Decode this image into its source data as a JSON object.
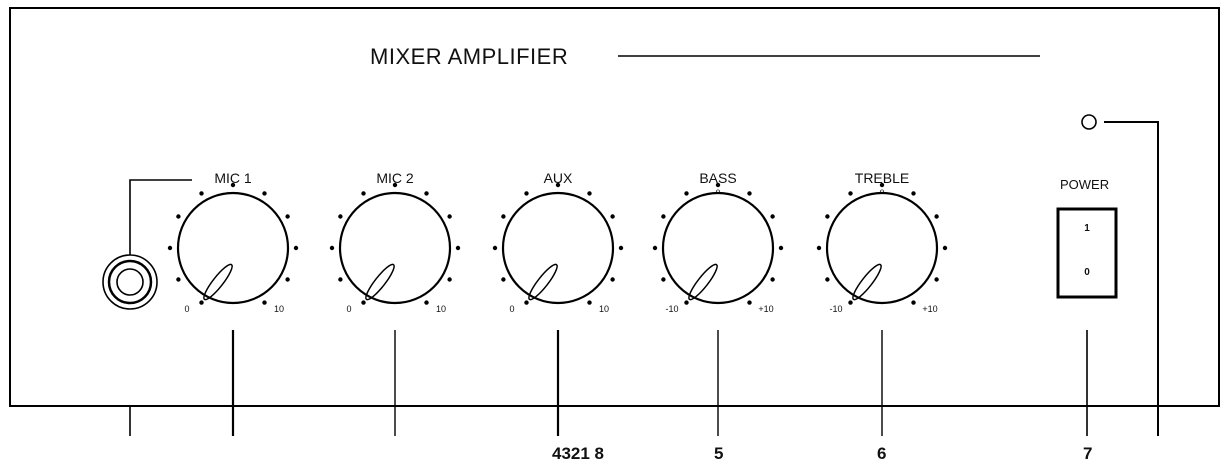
{
  "panel": {
    "title": "MIXER AMPLIFIER"
  },
  "knobs": [
    {
      "label": "MIC 1",
      "min": "0",
      "max": "10",
      "center": ""
    },
    {
      "label": "MIC 2",
      "min": "0",
      "max": "10",
      "center": ""
    },
    {
      "label": "AUX",
      "min": "0",
      "max": "10",
      "center": ""
    },
    {
      "label": "BASS",
      "min": "-10",
      "max": "+10",
      "center": "0"
    },
    {
      "label": "TREBLE",
      "min": "-10",
      "max": "+10",
      "center": "0"
    }
  ],
  "power": {
    "label": "POWER",
    "on_mark": "1",
    "off_mark": "0"
  },
  "callouts": [
    "4321 8",
    "5",
    "6",
    "7"
  ]
}
